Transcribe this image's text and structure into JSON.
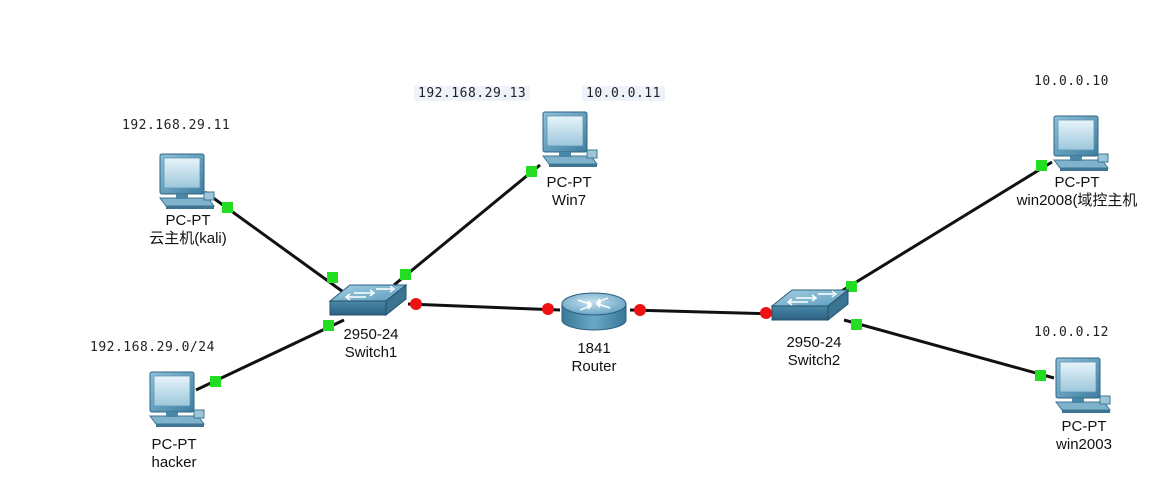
{
  "devices": {
    "pc_kali": {
      "model": "PC-PT",
      "name": "云主机(kali)",
      "ip": "192.168.29.11"
    },
    "pc_hacker": {
      "model": "PC-PT",
      "name": "hacker",
      "ip": "192.168.29.0/24"
    },
    "pc_win7": {
      "model": "PC-PT",
      "name": "Win7",
      "ip": "192.168.29.13",
      "ip2": "10.0.0.11"
    },
    "switch1": {
      "model": "2950-24",
      "name": "Switch1"
    },
    "router": {
      "model": "1841",
      "name": "Router"
    },
    "switch2": {
      "model": "2950-24",
      "name": "Switch2"
    },
    "pc_win2008": {
      "model": "PC-PT",
      "name": "win2008(域控主机",
      "ip": "10.0.0.10"
    },
    "pc_win2003": {
      "model": "PC-PT",
      "name": "win2003",
      "ip": "10.0.0.12"
    }
  },
  "colors": {
    "link": "#111111",
    "port_up": "#22dd22",
    "port_down": "#ee1111",
    "device_body": "#5f9fc0"
  },
  "icons": {
    "pc": "desktop-computer-icon",
    "switch": "network-switch-icon",
    "router": "router-icon"
  }
}
